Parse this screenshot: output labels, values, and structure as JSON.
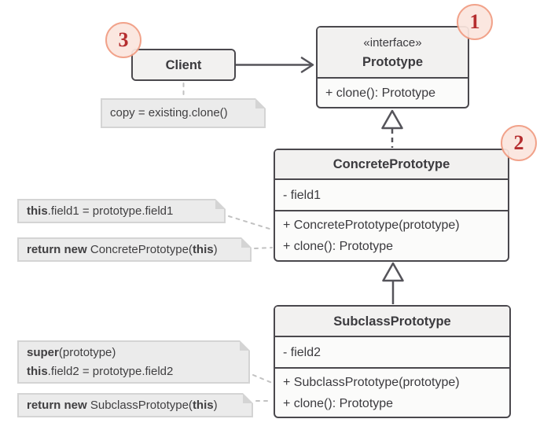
{
  "diagram_title": "Prototype design pattern UML diagram",
  "colors": {
    "background": "#ffffff",
    "box_border": "#4a484d",
    "box_title_fill": "#f2f1f0",
    "box_body_fill": "#fbfbfa",
    "box_text": "#3b3a3e",
    "note_fill": "#ebebeb",
    "note_border": "#d4d4d4",
    "note_text": "#403f41",
    "note_connector": "#c2c2c2",
    "arrow": "#55545a",
    "badge_fill": "#fbe6de",
    "badge_border": "#f19c82",
    "badge_text": "#b01e20"
  },
  "classes": {
    "prototype": {
      "stereotype": "«interface»",
      "name": "Prototype",
      "methods": [
        "+ clone(): Prototype"
      ],
      "badge": "1"
    },
    "client": {
      "name": "Client",
      "badge": "3"
    },
    "concrete": {
      "name": "ConcretePrototype",
      "fields": [
        "- field1"
      ],
      "methods": [
        "+ ConcretePrototype(prototype)",
        "+ clone(): Prototype"
      ],
      "badge": "2"
    },
    "subclass": {
      "name": "SubclassPrototype",
      "fields": [
        "- field2"
      ],
      "methods": [
        "+ SubclassPrototype(prototype)",
        "+ clone(): Prototype"
      ]
    }
  },
  "notes": {
    "client_call": [
      [
        {
          "t": "copy = existing.clone()",
          "b": false
        }
      ]
    ],
    "concrete_ctor": [
      [
        {
          "t": "this",
          "b": true
        },
        {
          "t": ".field1 = prototype.field1",
          "b": false
        }
      ]
    ],
    "concrete_clone": [
      [
        {
          "t": "return new ",
          "b": true
        },
        {
          "t": "ConcretePrototype(",
          "b": false
        },
        {
          "t": "this",
          "b": true
        },
        {
          "t": ")",
          "b": false
        }
      ]
    ],
    "subclass_ctor": [
      [
        {
          "t": "super",
          "b": true
        },
        {
          "t": "(prototype)",
          "b": false
        }
      ],
      [
        {
          "t": "this",
          "b": true
        },
        {
          "t": ".field2 = prototype.field2",
          "b": false
        }
      ]
    ],
    "subclass_clone": [
      [
        {
          "t": "return new ",
          "b": true
        },
        {
          "t": "SubclassPrototype(",
          "b": false
        },
        {
          "t": "this",
          "b": true
        },
        {
          "t": ")",
          "b": false
        }
      ]
    ]
  },
  "relationships": [
    {
      "from": "Client",
      "to": "Prototype",
      "type": "association"
    },
    {
      "from": "ConcretePrototype",
      "to": "Prototype",
      "type": "realization"
    },
    {
      "from": "SubclassPrototype",
      "to": "ConcretePrototype",
      "type": "inheritance"
    }
  ]
}
